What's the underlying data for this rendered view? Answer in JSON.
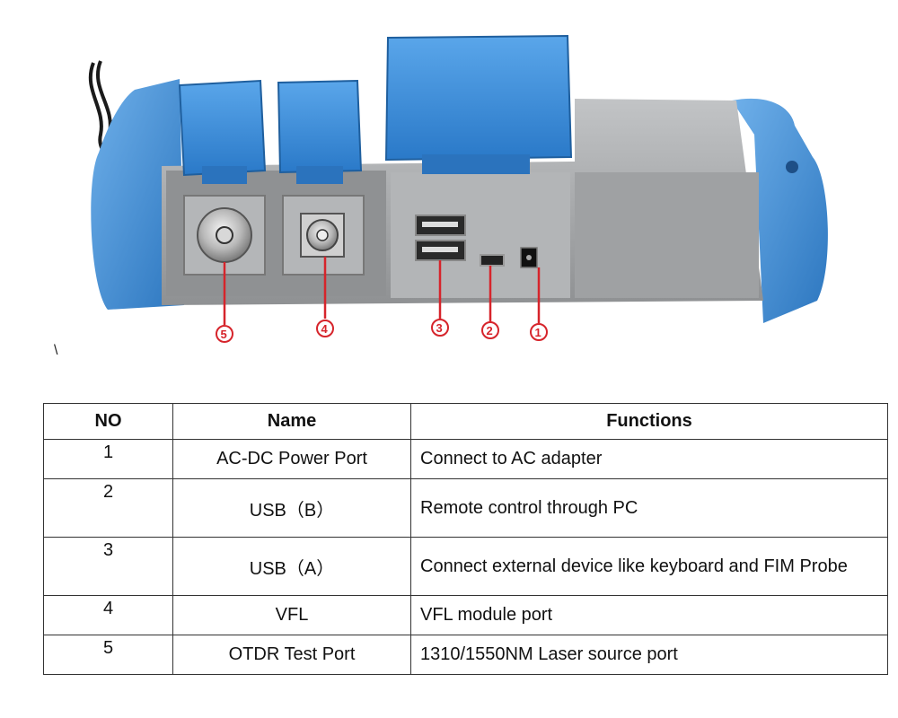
{
  "figure": {
    "callouts": [
      "⑤",
      "④",
      "③",
      "②",
      "①"
    ],
    "stray_mark": "\\"
  },
  "table": {
    "headers": {
      "no": "NO",
      "name": "Name",
      "functions": "Functions"
    },
    "rows": [
      {
        "no": "1",
        "name": "AC-DC Power Port",
        "function": "Connect to AC adapter"
      },
      {
        "no": "2",
        "name": "USB（B）",
        "function": "Remote control through PC"
      },
      {
        "no": "3",
        "name": "USB（A）",
        "function": "Connect external device like keyboard and FIM Probe"
      },
      {
        "no": "4",
        "name": "VFL",
        "function": "VFL module port"
      },
      {
        "no": "5",
        "name": "OTDR Test Port",
        "function": "1310/1550NM Laser source port"
      }
    ]
  },
  "colors": {
    "bumper_blue": "#3d8bd4",
    "body_gray": "#a9abad",
    "panel_gray": "#9ea0a2",
    "callout_red": "#d6242b"
  }
}
